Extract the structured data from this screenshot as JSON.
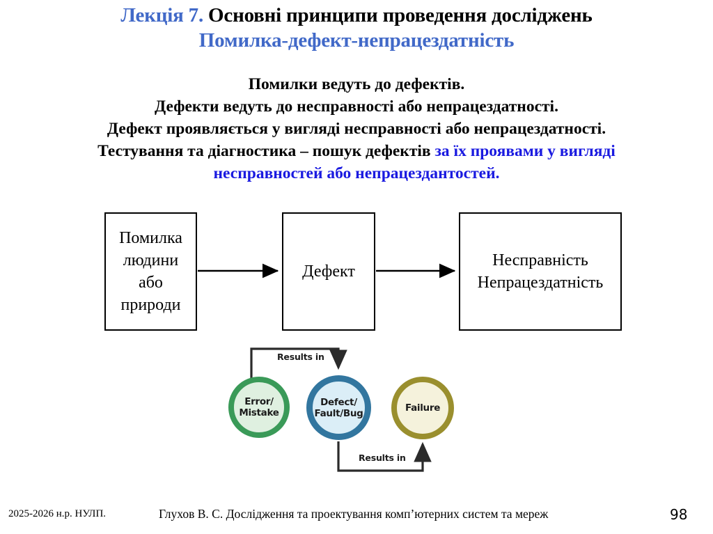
{
  "slide": {
    "page_number": "98",
    "accent_blue": "#4169c8",
    "text_blue": "#1a1ae0"
  },
  "title": {
    "lecture_label": "Лекція 7.",
    "main": " Основні принципи проведення досліджень",
    "subtitle": "Помилка-дефект-непрацездатність"
  },
  "body": {
    "line1": "Помилки ведуть до дефектів.",
    "line2": "Дефекти ведуть до несправності або непрацездатності.",
    "line3": "Дефект проявляється у вигляді несправності або непрацездатності.",
    "line4_black": "Тестування та діагностика – пошук дефектів ",
    "line4_blue": "за їх проявами у вигляді",
    "line5_blue": "несправностей або непрацездантостей."
  },
  "flow_diagram": {
    "box_error_line1": "Помилка",
    "box_error_line2": "людини",
    "box_error_line3": "або",
    "box_error_line4": "природи",
    "box_defect": "Дефект",
    "box_failure_line1": "Несправність",
    "box_failure_line2": "Непрацездатність"
  },
  "circle_diagram": {
    "error_line1": "Error/",
    "error_line2": "Mistake",
    "defect_line1": "Defect/",
    "defect_line2": "Fault/Bug",
    "failure": "Failure",
    "results_top": "Results in",
    "results_bottom": "Results in",
    "color_error_ring": "#3a9a58",
    "color_defect_ring": "#32769f",
    "color_failure_ring": "#9a8f2e"
  },
  "footer": {
    "left": "2025-2026 н.р. НУЛП.",
    "center": "Глухов В. С. Дослідження та проектування комп’ютерних систем та мереж"
  }
}
